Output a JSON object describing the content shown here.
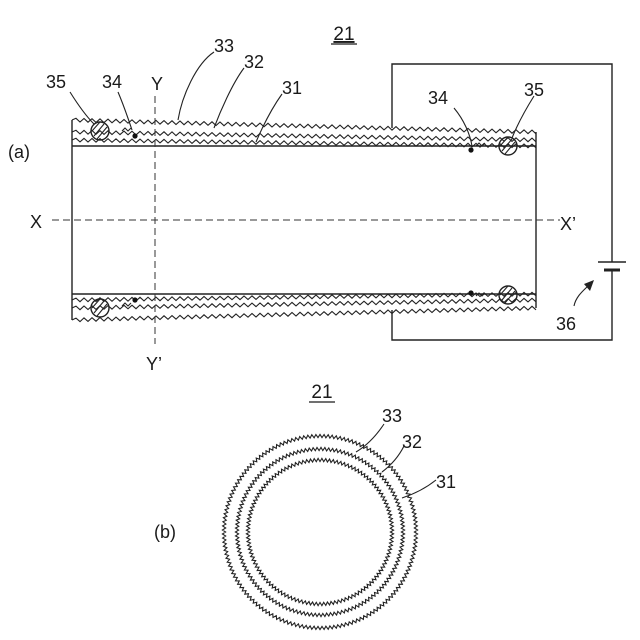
{
  "figure": {
    "number": "21",
    "panels": [
      {
        "id": "a",
        "caption": "(a)"
      },
      {
        "id": "b",
        "caption": "(b)"
      }
    ]
  },
  "axes": {
    "horizontal_start": "X",
    "horizontal_end": "X’",
    "vertical_start": "Y",
    "vertical_end": "Y’"
  },
  "labels": {
    "layer_outer": "33",
    "layer_middle": "32",
    "layer_inner": "31",
    "electrode": "34",
    "seal": "35",
    "power_source": "36"
  },
  "cross_section": {
    "number": "21",
    "layer_outer": "33",
    "layer_middle": "32",
    "layer_inner": "31"
  }
}
